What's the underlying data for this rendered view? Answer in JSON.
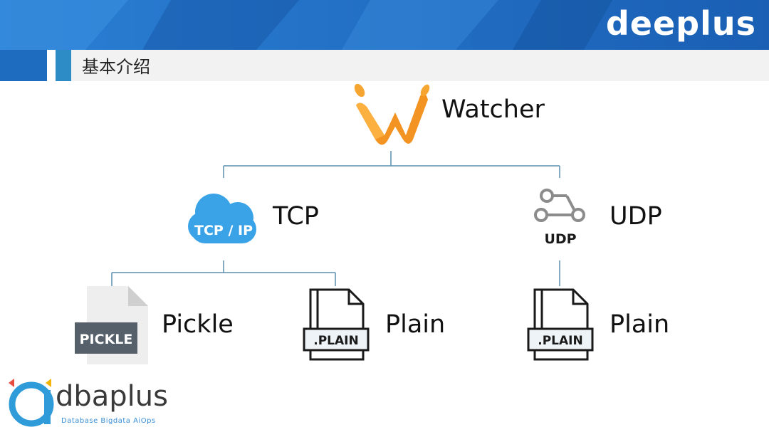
{
  "header": {
    "brand": "deeplus",
    "section_title": "基本介绍"
  },
  "nodes": {
    "watcher": {
      "label": "Watcher"
    },
    "tcp": {
      "label": "TCP",
      "icon_text": "TCP / IP"
    },
    "udp": {
      "label": "UDP",
      "icon_text": "UDP"
    },
    "pickle": {
      "label": "Pickle",
      "icon_text": "PICKLE"
    },
    "plain_tcp": {
      "label": "Plain",
      "icon_text": ".PLAIN"
    },
    "plain_udp": {
      "label": "Plain",
      "icon_text": ".PLAIN"
    }
  },
  "footer": {
    "logo_word": "dbaplus",
    "tagline": "Database  Bigdata  AiOps"
  },
  "colors": {
    "banner": "#1f6fc4",
    "connector": "#5b8fb0",
    "cloud": "#3aa3e8",
    "watcher": "#f39322",
    "doc_dark": "#3c4650"
  }
}
